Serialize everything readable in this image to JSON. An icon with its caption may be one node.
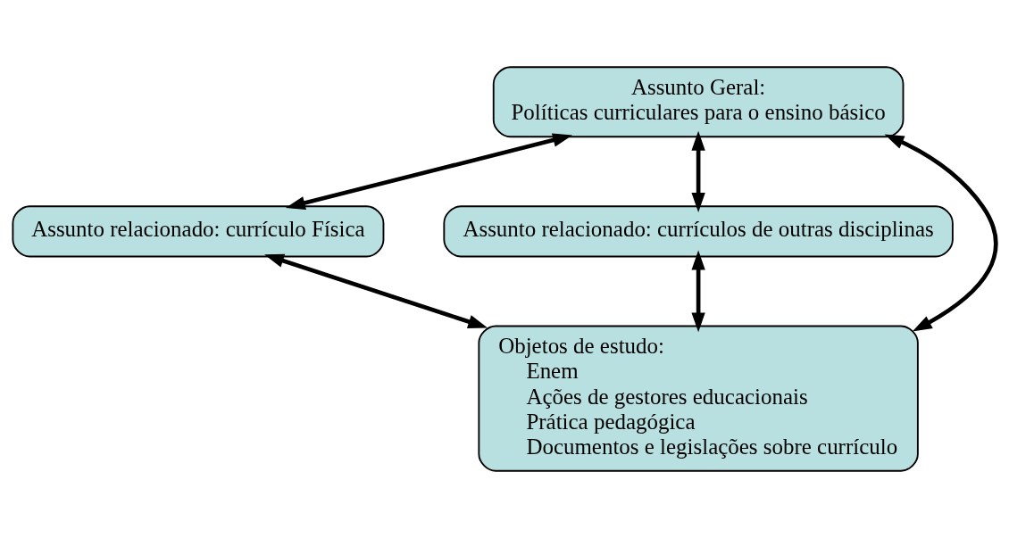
{
  "diagram": {
    "nodes": [
      {
        "text": [
          "Assunto Geral:",
          "Políticas curriculares para o ensino básico"
        ]
      },
      {
        "text": [
          "Assunto relacionado: currículo Física"
        ]
      },
      {
        "text": [
          "Assunto relacionado: currículos de outras disciplinas"
        ]
      },
      {
        "text": [
          "Objetos de estudo:",
          "Enem",
          "Ações de gestores educacionais",
          "Prática pedagógica",
          "Documentos e legislações sobre currículo"
        ]
      }
    ],
    "edges": [
      {
        "from": 0,
        "to": 1,
        "arrow": "both"
      },
      {
        "from": 0,
        "to": 3,
        "arrow": "both"
      },
      {
        "from": 0,
        "to": 2,
        "arrow": "both"
      },
      {
        "from": 1,
        "to": 3,
        "arrow": "both"
      },
      {
        "from": 2,
        "to": 3,
        "arrow": "both"
      }
    ]
  }
}
